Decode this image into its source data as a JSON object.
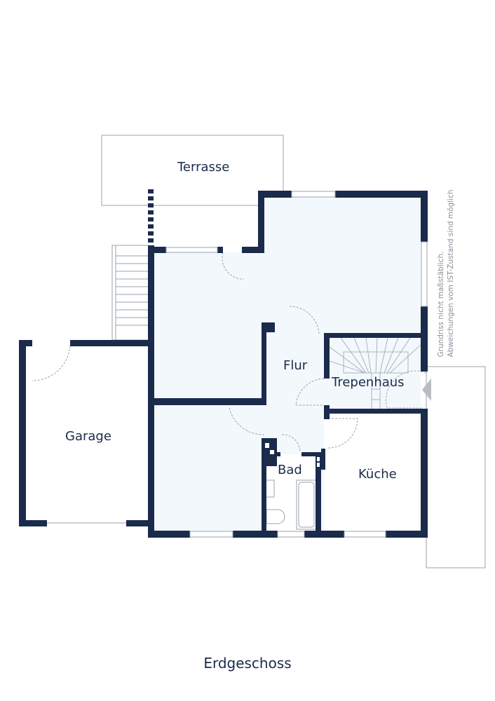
{
  "plan": {
    "floor_title": "Erdgeschoss",
    "rooms": {
      "terrasse": "Terrasse",
      "flur": "Flur",
      "treppenhaus": "Trepenhaus",
      "garage": "Garage",
      "bad": "Bad",
      "kueche": "Küche"
    },
    "disclaimer": {
      "line1": "Grundriss nicht maßstäblich.",
      "line2": "Abweichungen vom IST-Zustand sind möglich"
    }
  },
  "colors": {
    "wall": "#1a2b4c",
    "floor": "#f3f8fd",
    "thin": "#9aa3ae"
  }
}
